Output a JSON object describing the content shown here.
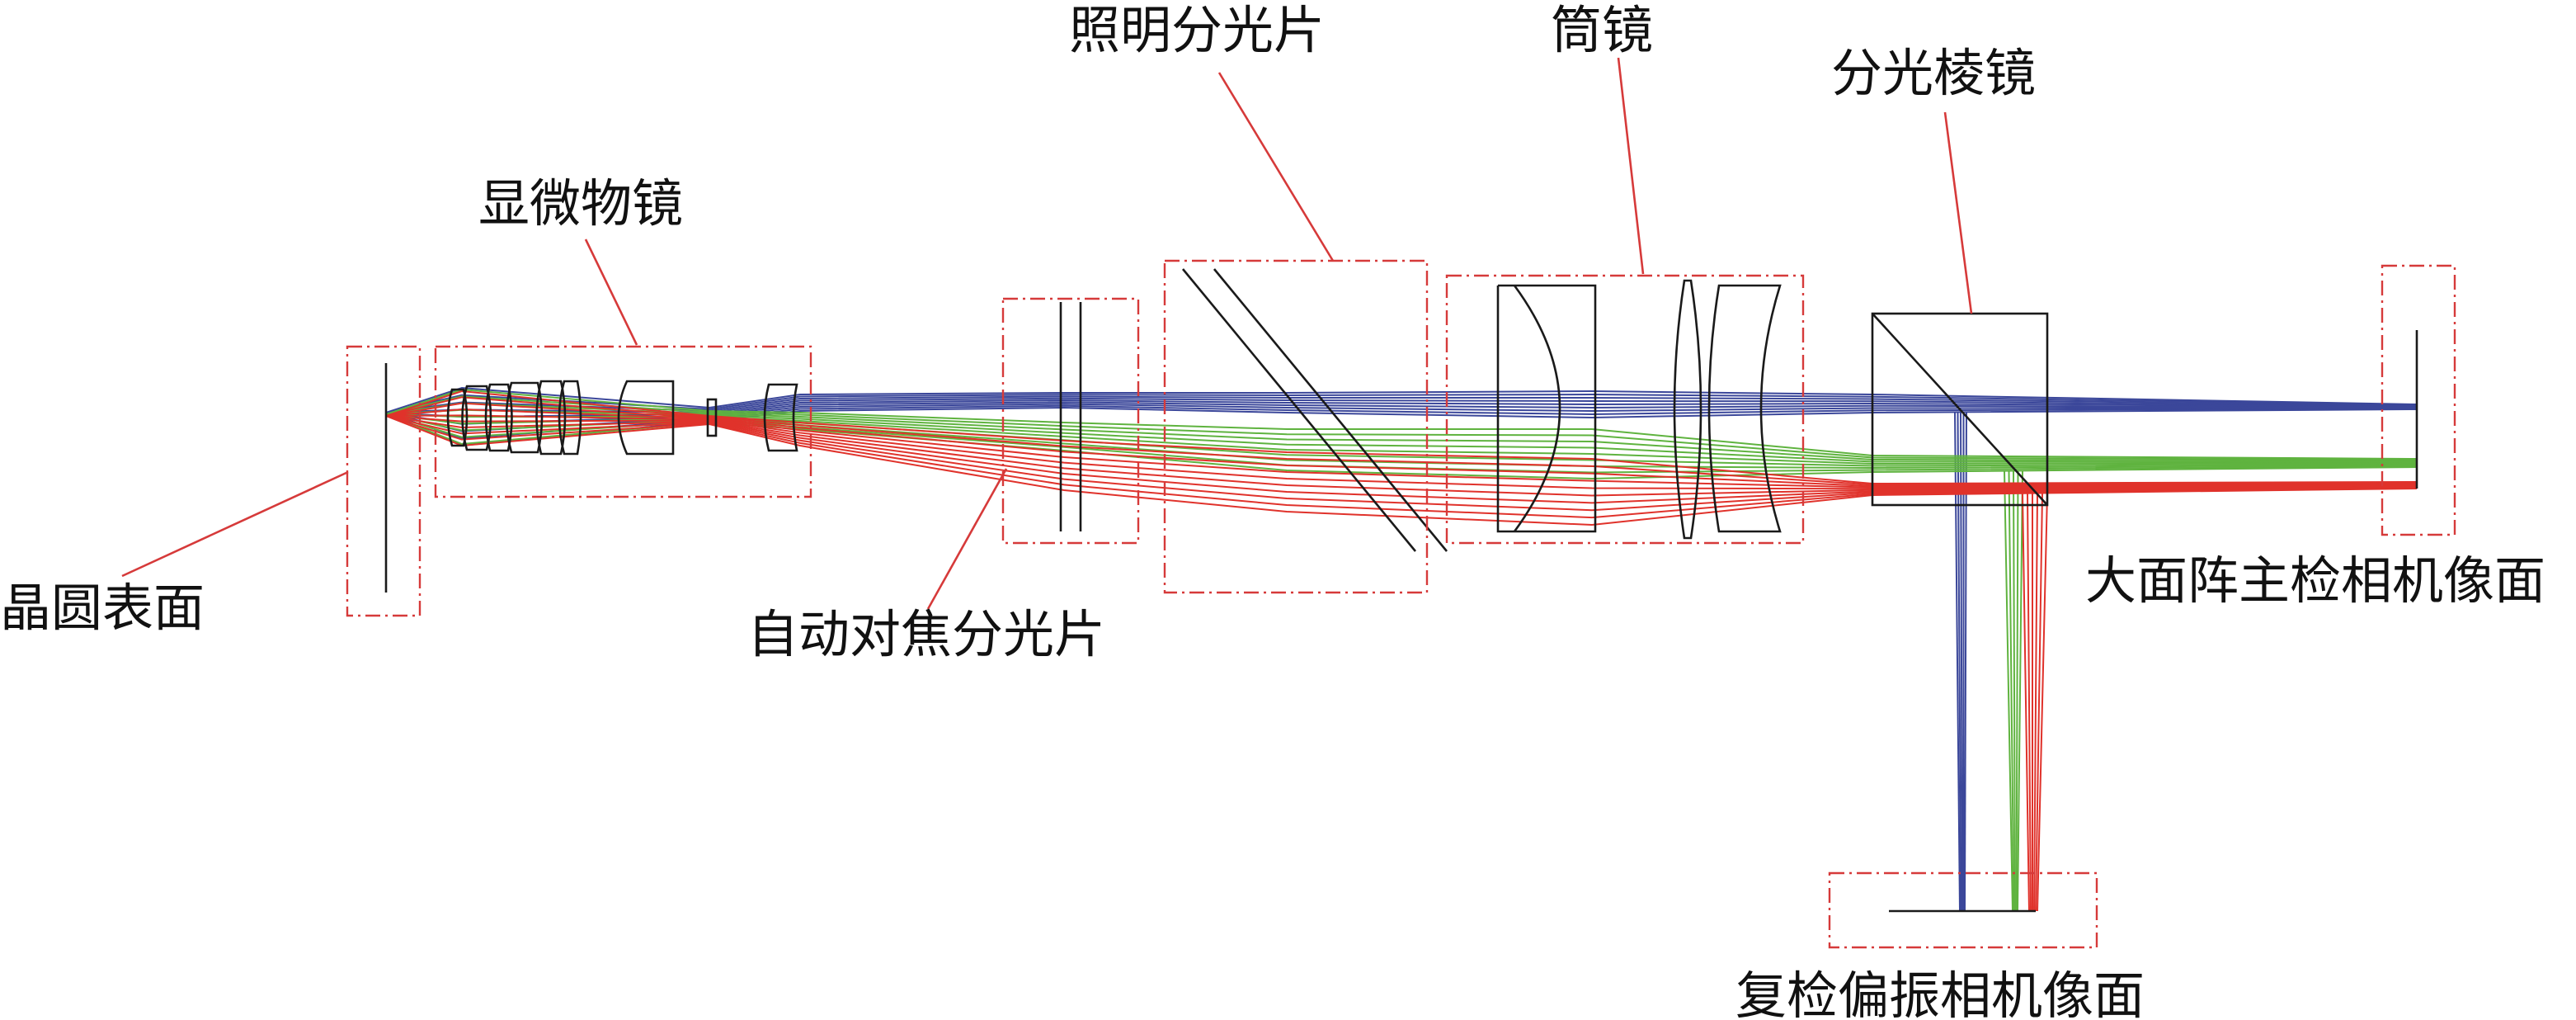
{
  "labels": {
    "wafer_surface": "晶圆表面",
    "microscope_objective": "显微物镜",
    "autofocus_splitter": "自动对焦分光片",
    "illumination_splitter": "照明分光片",
    "tube_lens": "筒镜",
    "splitting_prism": "分光棱镜",
    "main_camera_image_plane": "大面阵主检相机像面",
    "recheck_camera_image_plane": "复检偏振相机像面"
  },
  "colors": {
    "ray_blue": "#3b479a",
    "ray_green": "#5fb33f",
    "ray_red": "#e0322b",
    "component_box": "#d63a3a",
    "element_line": "#1a1a1a"
  }
}
